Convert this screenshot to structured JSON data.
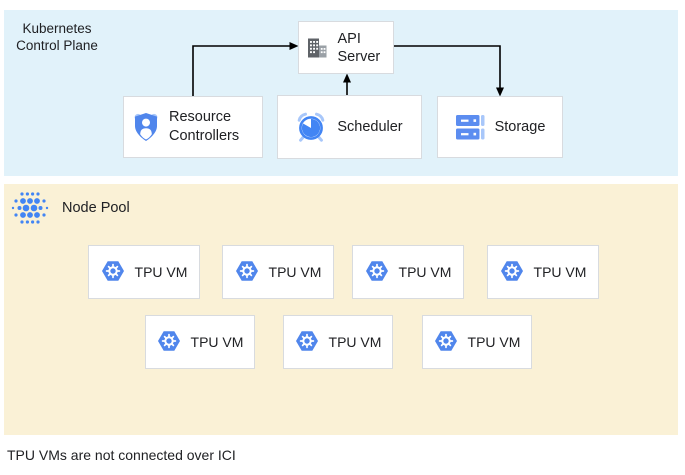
{
  "control_plane": {
    "region_label": "Kubernetes Control Plane",
    "boxes": {
      "api_server": {
        "label": "API Server",
        "icon": "building-icon"
      },
      "resource_controllers": {
        "label": "Resource Controllers",
        "icon": "shield-user-icon"
      },
      "scheduler": {
        "label": "Scheduler",
        "icon": "alarm-clock-icon"
      },
      "storage": {
        "label": "Storage",
        "icon": "storage-disks-icon"
      }
    },
    "arrows": [
      {
        "from": "resource_controllers",
        "to": "api_server"
      },
      {
        "from": "scheduler",
        "to": "api_server"
      },
      {
        "from": "api_server",
        "to": "storage"
      }
    ]
  },
  "node_pool": {
    "region_label": "Node Pool",
    "icon": "dotted-cluster-icon",
    "vms": [
      {
        "label": "TPU VM"
      },
      {
        "label": "TPU VM"
      },
      {
        "label": "TPU VM"
      },
      {
        "label": "TPU VM"
      },
      {
        "label": "TPU VM"
      },
      {
        "label": "TPU VM"
      },
      {
        "label": "TPU VM"
      }
    ]
  },
  "caption": "TPU VMs are not connected over ICI",
  "colors": {
    "control_plane_bg": "#E1F2FA",
    "node_pool_bg": "#FAF1D6",
    "box_border": "#D8DBDF",
    "google_blue": "#4285F4",
    "blue_mid": "#5086EC",
    "blue_light": "#A8C7FA",
    "icon_gray": "#5F6368",
    "icon_gray_light": "#9AA0A6",
    "text": "#202124",
    "arrow": "#000000"
  }
}
